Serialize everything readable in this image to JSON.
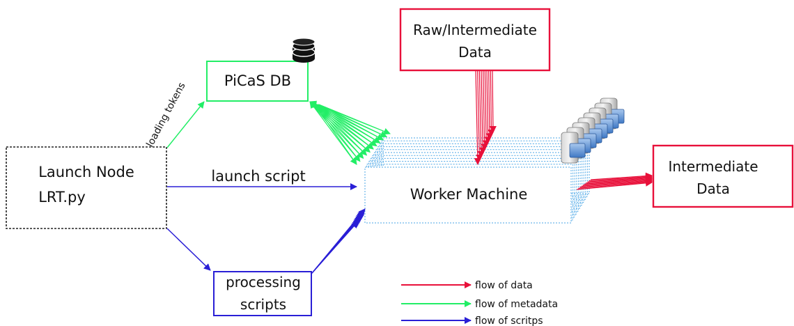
{
  "nodes": {
    "launch_node": {
      "line1": "Launch Node",
      "line2": "LRT.py"
    },
    "picas_db": {
      "label": "PiCaS DB"
    },
    "raw_data": {
      "line1": "Raw/Intermediate",
      "line2": "Data"
    },
    "worker": {
      "label": "Worker Machine"
    },
    "intermediate_data": {
      "line1": "Intermediate",
      "line2": "Data"
    },
    "processing_scripts": {
      "line1": "processing",
      "line2": "scripts"
    }
  },
  "edges": {
    "loading_tokens": "loading tokens",
    "launch_script": "launch script"
  },
  "legend": [
    {
      "label": "flow of data",
      "color": "#e8103a"
    },
    {
      "label": "flow of metadata",
      "color": "#22ee66"
    },
    {
      "label": "flow of scritps",
      "color": "#2a1fd6"
    }
  ],
  "colors": {
    "data": "#e8103a",
    "metadata": "#22ee66",
    "scripts": "#2a1fd6",
    "worker_border": "#49a6e6",
    "launch_border": "#222222"
  },
  "icons": {
    "database": "database-icon",
    "servers": "server-rack-icon"
  }
}
